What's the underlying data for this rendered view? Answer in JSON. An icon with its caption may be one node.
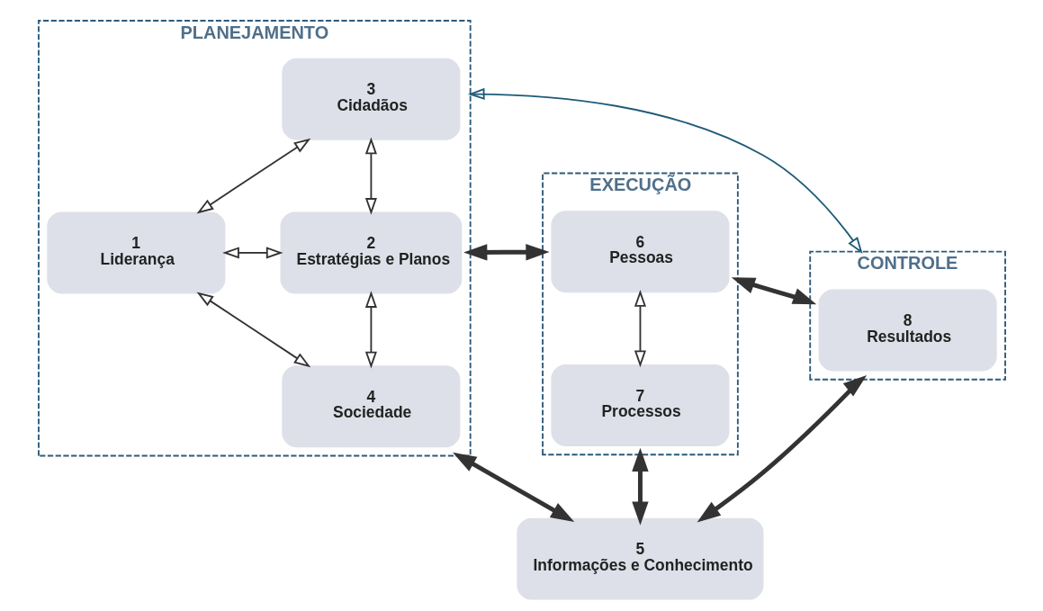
{
  "diagram": {
    "nodes": [
      {
        "text": [
          "PLANEJAMENTO"
        ]
      },
      {
        "text": [
          "3",
          "Cidadãos"
        ],
        "in": 0
      },
      {
        "text": [
          "1",
          "Liderança"
        ],
        "in": 0
      },
      {
        "text": [
          "2",
          "Estratégias e Planos"
        ],
        "in": 0
      },
      {
        "text": [
          "4",
          "Sociedade"
        ],
        "in": 0
      },
      {
        "text": [
          "EXECUÇÃO"
        ]
      },
      {
        "text": [
          "6",
          "Pessoas"
        ],
        "in": 5
      },
      {
        "text": [
          "7",
          "Processos"
        ],
        "in": 5
      },
      {
        "text": [
          "CONTROLE"
        ]
      },
      {
        "text": [
          "8",
          "Resultados"
        ],
        "in": 8
      },
      {
        "text": [
          "5",
          "Informações e Conhecimento"
        ]
      }
    ],
    "edges": [
      {
        "from": 0,
        "to": 8,
        "arrow": "both",
        "color": "#1f5a78"
      },
      {
        "from": 2,
        "to": 1,
        "arrow": "both"
      },
      {
        "from": 2,
        "to": 4,
        "arrow": "both"
      },
      {
        "from": 2,
        "to": 3,
        "arrow": "both"
      },
      {
        "from": 1,
        "to": 3,
        "arrow": "both"
      },
      {
        "from": 3,
        "to": 4,
        "arrow": "both"
      },
      {
        "from": 0,
        "to": 5,
        "arrow": "both",
        "style": "thick",
        "color": "#333333"
      },
      {
        "from": 5,
        "to": 8,
        "arrow": "both",
        "style": "thick",
        "color": "#333333"
      },
      {
        "from": 6,
        "to": 7,
        "arrow": "both"
      },
      {
        "from": 0,
        "to": 10,
        "arrow": "both",
        "style": "thick",
        "color": "#333333"
      },
      {
        "from": 5,
        "to": 10,
        "arrow": "both",
        "style": "thick",
        "color": "#333333"
      },
      {
        "from": 8,
        "to": 10,
        "arrow": "both",
        "style": "thick",
        "color": "#333333"
      }
    ]
  }
}
